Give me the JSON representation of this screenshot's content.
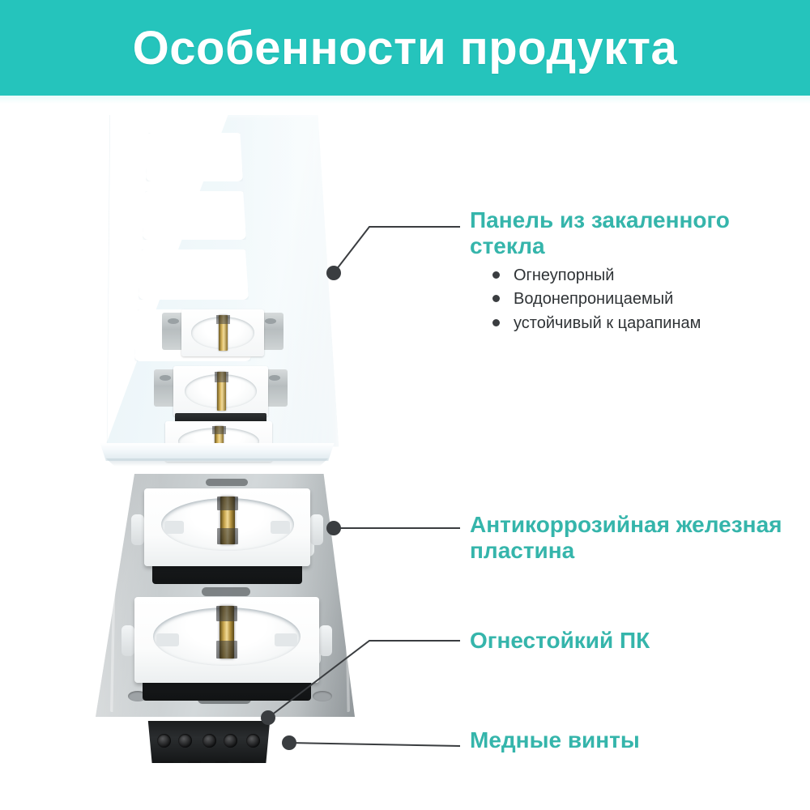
{
  "header": {
    "title": "Особенности продукта",
    "background_color": "#25C4BC",
    "text_color": "#FFFFFF"
  },
  "theme": {
    "accent_teal": "#35B5AB",
    "body_text": "#2F3336",
    "leader_line": "#3A3D40",
    "page_background": "#FFFFFF"
  },
  "product": {
    "name": "glass-panel-socket-assembly",
    "parts": [
      "tempered-glass-panel",
      "schuko-socket-modules",
      "anti-corrosion-iron-mounting-plate",
      "fireproof-pc-housing",
      "copper-screw-terminal-block"
    ]
  },
  "annotations": [
    {
      "id": "anno1",
      "title": "Панель из закаленного стекла",
      "bullets": [
        "Огнеупорный",
        "Водонепроницаемый",
        "устойчивый к царапинам"
      ]
    },
    {
      "id": "anno2",
      "title": "Антикоррозийная железная пластина",
      "bullets": []
    },
    {
      "id": "anno3",
      "title": "Огнестойкий ПК",
      "bullets": []
    },
    {
      "id": "anno4",
      "title": "Медные винты",
      "bullets": []
    }
  ]
}
